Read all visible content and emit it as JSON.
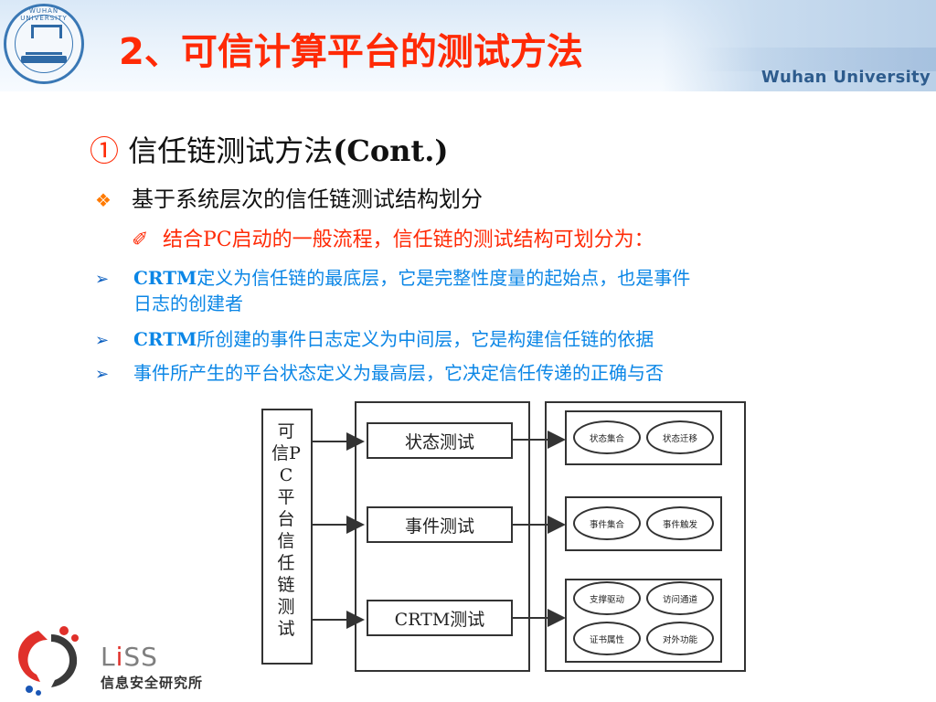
{
  "header": {
    "title": "2、可信计算平台的测试方法",
    "university": "Wuhan University",
    "logo_ring_text": "WUHAN UNIVERSITY"
  },
  "content": {
    "subtitle_num": "①",
    "subtitle_text": " 信任链测试方法",
    "subtitle_cont": "(Cont.)",
    "line1_mark": "❖",
    "line1": "基于系统层次的信任链测试结构划分",
    "line2_icon": "✐",
    "line2": "结合PC启动的一般流程，信任链的测试结构可划分为：",
    "bullet_marker": "➢",
    "bullet1_bold": "CRTM",
    "bullet1_rest": "定义为信任链的最底层，它是完整性度量的起始点，也是事件",
    "bullet1_cont": "日志的创建者",
    "bullet2_bold": "CRTM",
    "bullet2_rest": "所创建的事件日志定义为中间层，它是构建信任链的依据",
    "bullet3": "事件所产生的平台状态定义为最高层，它决定信任传递的正确与否"
  },
  "diagram": {
    "left_label": "可信PC平台信任链测试",
    "tests": [
      "状态测试",
      "事件测试",
      "CRTM测试"
    ],
    "groups": [
      [
        "状态集合",
        "状态迁移"
      ],
      [
        "事件集合",
        "事件触发"
      ],
      [
        "支撑驱动",
        "访问通道",
        "证书属性",
        "对外功能"
      ]
    ]
  },
  "footer_logo": {
    "name_prefix": "L",
    "name_s": "i",
    "name_rest": "SS",
    "cn": "信息安全研究所"
  },
  "colors": {
    "title_red": "#ff2a06",
    "bullet_blue": "#0b86e6",
    "accent_orange": "#ff7a00"
  }
}
